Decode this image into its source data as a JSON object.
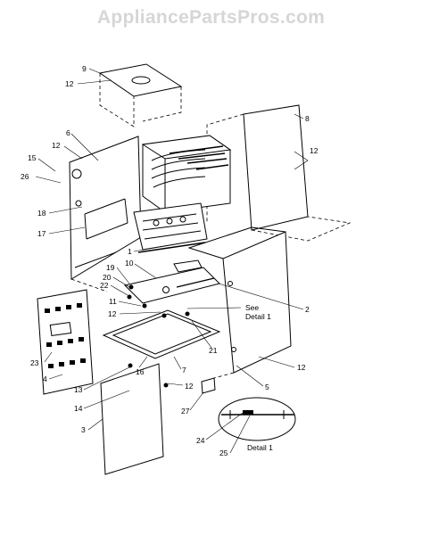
{
  "watermark": "AppliancePartsPros.com",
  "callouts": [
    {
      "id": "c9",
      "text": "9"
    },
    {
      "id": "c12a",
      "text": "12"
    },
    {
      "id": "c8",
      "text": "8"
    },
    {
      "id": "c6",
      "text": "6"
    },
    {
      "id": "c12b",
      "text": "12"
    },
    {
      "id": "c15",
      "text": "15"
    },
    {
      "id": "c26",
      "text": "26"
    },
    {
      "id": "c12c",
      "text": "12"
    },
    {
      "id": "c18",
      "text": "18"
    },
    {
      "id": "c17",
      "text": "17"
    },
    {
      "id": "c1",
      "text": "1"
    },
    {
      "id": "c10",
      "text": "10"
    },
    {
      "id": "c19",
      "text": "19"
    },
    {
      "id": "c20",
      "text": "20"
    },
    {
      "id": "c22",
      "text": "22"
    },
    {
      "id": "c11",
      "text": "11"
    },
    {
      "id": "c12d",
      "text": "12"
    },
    {
      "id": "c2",
      "text": "2"
    },
    {
      "id": "c21",
      "text": "21"
    },
    {
      "id": "c23",
      "text": "23"
    },
    {
      "id": "c4",
      "text": "4"
    },
    {
      "id": "c16",
      "text": "16"
    },
    {
      "id": "c7",
      "text": "7"
    },
    {
      "id": "c12e",
      "text": "12"
    },
    {
      "id": "c12f",
      "text": "12"
    },
    {
      "id": "c13",
      "text": "13"
    },
    {
      "id": "c5",
      "text": "5"
    },
    {
      "id": "c14",
      "text": "14"
    },
    {
      "id": "c27",
      "text": "27"
    },
    {
      "id": "c3",
      "text": "3"
    },
    {
      "id": "c24",
      "text": "24"
    },
    {
      "id": "c25",
      "text": "25"
    }
  ],
  "see_detail_line1": "See",
  "see_detail_line2": "Detail 1",
  "detail_label": "Detail 1"
}
